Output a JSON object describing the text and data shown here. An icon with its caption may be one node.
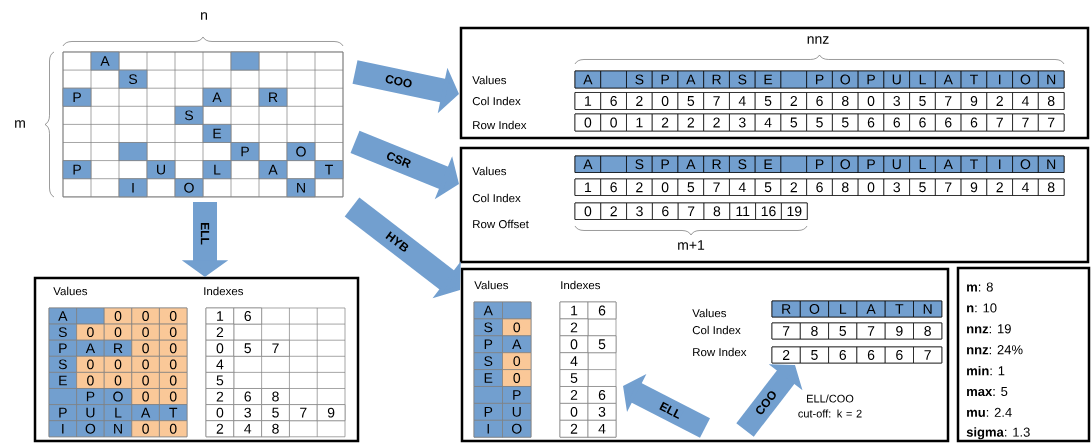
{
  "diagram": {
    "nodes": [
      {
        "text": [],
        "shape": "box"
      },
      {
        "text": [
          "Values",
          "Col Index",
          "Row Index"
        ]
      },
      {
        "text": [
          "Values",
          "Col Index",
          "Row Offset"
        ]
      },
      {
        "text": [
          "Values",
          "Indexes"
        ]
      },
      {
        "text": [],
        "shape": "box"
      },
      {
        "text": [
          "Values",
          "Indexes"
        ],
        "in": 4
      },
      {
        "text": [
          "Values",
          "Col Index",
          "Row Index"
        ],
        "in": 4
      },
      {
        "text": [
          "**m**: 8",
          "**n**: 10",
          "**nnz**: 19",
          "**nnz**: 24%",
          "**min**: 1",
          "**max**: 5",
          "**mu**: 2.4",
          "**sigma**: 1.3"
        ]
      }
    ],
    "edges": [
      {
        "from": 0,
        "to": 1,
        "arrow": "to",
        "label": "COO"
      },
      {
        "from": 0,
        "to": 2,
        "arrow": "to",
        "label": "CSR"
      },
      {
        "from": 0,
        "to": 4,
        "arrow": "to",
        "label": "HYB"
      },
      {
        "from": 0,
        "to": 3,
        "arrow": "to",
        "label": "ELL"
      },
      {
        "from": null,
        "to": 5,
        "arrow": "to",
        "label": "ELL"
      },
      {
        "from": null,
        "to": 6,
        "arrow": "to",
        "label": "COO"
      }
    ],
    "labels": [
      "n",
      "m",
      "A",
      "S",
      "P",
      "A",
      "R",
      "S",
      "E",
      "P",
      "O",
      "P",
      "U",
      "L",
      "A",
      "T",
      "I",
      "O",
      "N",
      "nnz",
      "A",
      "S",
      "P",
      "A",
      "R",
      "S",
      "E",
      "P",
      "O",
      "P",
      "U",
      "L",
      "A",
      "T",
      "I",
      "O",
      "N",
      "1",
      "6",
      "2",
      "0",
      "5",
      "7",
      "4",
      "5",
      "2",
      "6",
      "8",
      "0",
      "3",
      "5",
      "7",
      "9",
      "2",
      "4",
      "8",
      "0",
      "0",
      "1",
      "2",
      "2",
      "2",
      "3",
      "4",
      "5",
      "5",
      "5",
      "6",
      "6",
      "6",
      "6",
      "6",
      "7",
      "7",
      "7",
      "A",
      "S",
      "P",
      "A",
      "R",
      "S",
      "E",
      "P",
      "O",
      "P",
      "U",
      "L",
      "A",
      "T",
      "I",
      "O",
      "N",
      "1",
      "6",
      "2",
      "0",
      "5",
      "7",
      "4",
      "5",
      "2",
      "6",
      "8",
      "0",
      "3",
      "5",
      "7",
      "9",
      "2",
      "4",
      "8",
      "0",
      "2",
      "3",
      "6",
      "7",
      "8",
      "11",
      "16",
      "19",
      "m+1",
      "A",
      "0",
      "0",
      "0",
      "S",
      "0",
      "0",
      "0",
      "0",
      "P",
      "A",
      "R",
      "0",
      "0",
      "S",
      "0",
      "0",
      "0",
      "0",
      "E",
      "0",
      "0",
      "0",
      "0",
      "P",
      "O",
      "0",
      "0",
      "P",
      "U",
      "L",
      "A",
      "T",
      "I",
      "O",
      "N",
      "0",
      "0",
      "1",
      "6",
      "2",
      "0",
      "5",
      "7",
      "4",
      "5",
      "2",
      "6",
      "8",
      "0",
      "3",
      "5",
      "7",
      "9",
      "2",
      "4",
      "8",
      "A",
      "S",
      "0",
      "P",
      "A",
      "S",
      "0",
      "E",
      "0",
      "P",
      "P",
      "U",
      "I",
      "O",
      "1",
      "6",
      "2",
      "0",
      "5",
      "4",
      "5",
      "2",
      "6",
      "0",
      "3",
      "2",
      "4",
      "R",
      "O",
      "L",
      "A",
      "T",
      "N",
      "7",
      "8",
      "5",
      "7",
      "9",
      "8",
      "2",
      "5",
      "6",
      "6",
      "6",
      "7",
      "ELL/COO cut-off: k = 2"
    ]
  }
}
